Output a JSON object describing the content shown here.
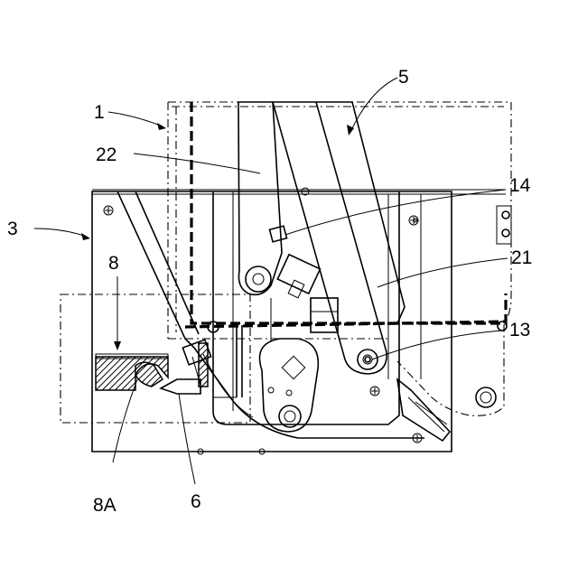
{
  "figure": {
    "labels": {
      "l1": "1",
      "l3": "3",
      "l5": "5",
      "l6": "6",
      "l8": "8",
      "l8a": "8A",
      "l13": "13",
      "l14": "14",
      "l21": "21",
      "l22": "22"
    },
    "colors": {
      "ink": "#000000",
      "paper": "#ffffff"
    }
  }
}
